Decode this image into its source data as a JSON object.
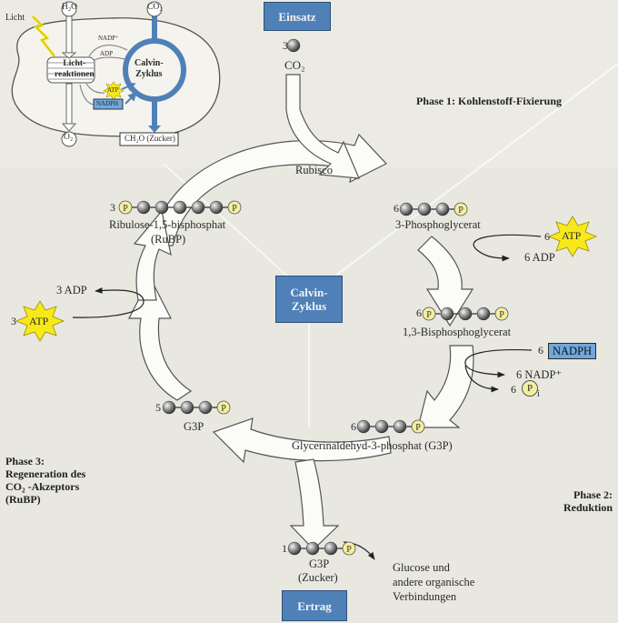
{
  "overview": {
    "light_label": "Licht",
    "h2o": "H₂O",
    "co2": "CO₂",
    "o2": "O₂",
    "light_reactions": "Licht-\nreaktionen",
    "light_reactions_line1": "Licht-",
    "light_reactions_line2": "reaktionen",
    "nadp_plus": "NADP⁺",
    "adp": "ADP",
    "atp": "ATP",
    "nadph": "NADPH",
    "calvin_line1": "Calvin-",
    "calvin_line2": "Zyklus",
    "sugar": "CH₂O (Zucker)",
    "colors": {
      "calvin_arrow": "#4f81b8",
      "light_bolt": "#f7e81a",
      "nadph_box": "#6fa8dc"
    }
  },
  "input_box": "Einsatz",
  "output_box": "Ertrag",
  "center_box_line1": "Calvin-",
  "center_box_line2": "Zyklus",
  "input": {
    "count": "3",
    "molecule": "CO₂"
  },
  "phases": {
    "phase1": "Phase 1: Kohlenstoff-Fixierung",
    "phase2_line1": "Phase 2:",
    "phase2_line2": "Reduktion",
    "phase3_line1": "Phase 3:",
    "phase3_line2": "Regeneration des",
    "phase3_line3": "CO₂ -Akzeptors",
    "phase3_line4": "(RuBP)"
  },
  "enzyme": "Rubisco",
  "molecules": {
    "rubp": {
      "count": "3",
      "name": "Ribulose-1,5-bisphosphat",
      "abbr": "(RuBP)"
    },
    "pga": {
      "count": "6",
      "name": "3-Phosphoglycerat"
    },
    "bpg": {
      "count": "6",
      "name": "1,3-Bisphosphoglycerat"
    },
    "g3p": {
      "count": "6",
      "name": "Glycerinaldehyd-3-phosphat (G3P)"
    },
    "g3p_regen": {
      "count": "5",
      "name": "G3P"
    },
    "g3p_out": {
      "count": "1",
      "name": "G3P",
      "sub": "(Zucker)"
    }
  },
  "phosphate_label": "P",
  "energy": {
    "phase1_atp_count": "6",
    "phase1_atp": "ATP",
    "phase1_adp": "6 ADP",
    "phase2_nadph_count": "6",
    "phase2_nadph": "NADPH",
    "phase2_nadp": "6 NADP⁺",
    "phase2_pi_count": "6",
    "phase2_pi_sub": "i",
    "phase3_atp_count": "3",
    "phase3_atp": "ATP",
    "phase3_adp": "3 ADP"
  },
  "products": {
    "line1": "Glucose und",
    "line2": "andere organische",
    "line3": "Verbindungen"
  },
  "colors": {
    "box_blue": "#4f81b8",
    "atp_yellow": "#f7e81a",
    "phosphate_yellow": "#f4eea0",
    "carbon_gray": "#8a8a8a",
    "background": "#ecebe3"
  }
}
